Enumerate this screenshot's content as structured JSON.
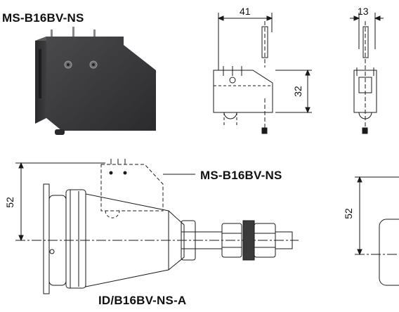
{
  "labels": {
    "product_title": "MS-B16BV-NS",
    "callout_label": "MS-B16BV-NS",
    "assembly_label": "ID/B16BV-NS-A"
  },
  "dimensions": {
    "side_width": "41",
    "front_width": "13",
    "side_height": "32",
    "assembly_height": "52",
    "right_view_height": "52"
  },
  "colors": {
    "line": "#1a1a1a",
    "fill": "#ffffff",
    "photo_body": "#3b3b3d"
  }
}
